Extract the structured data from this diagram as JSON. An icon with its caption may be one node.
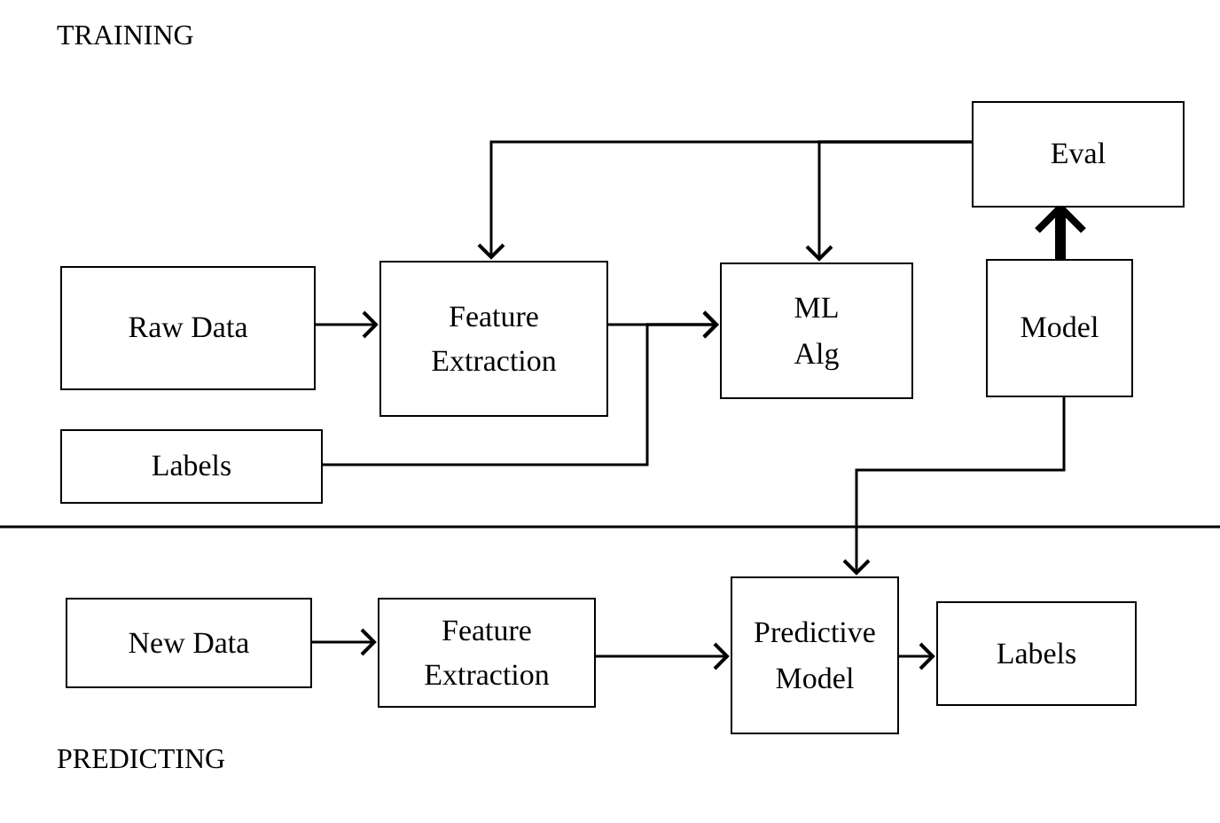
{
  "diagram": {
    "nodes": [
      {
        "text": [
          "Raw Data"
        ]
      },
      {
        "text": [
          "Feature Extraction"
        ]
      },
      {
        "text": [
          "ML Alg"
        ]
      },
      {
        "text": [
          "Eval"
        ]
      },
      {
        "text": [
          "Model"
        ]
      },
      {
        "text": [
          "Labels"
        ]
      },
      {
        "text": [
          "New Data"
        ]
      },
      {
        "text": [
          "Feature Extraction"
        ]
      },
      {
        "text": [
          "Predictive Model"
        ]
      },
      {
        "text": [
          "Labels"
        ]
      }
    ],
    "edges": [
      {
        "from": 0,
        "to": 1,
        "arrow": "to"
      },
      {
        "from": 1,
        "to": 2,
        "arrow": "to"
      },
      {
        "from": 5,
        "to": 2,
        "arrow": "to"
      },
      {
        "from": 3,
        "to": 1,
        "arrow": "to"
      },
      {
        "from": 3,
        "to": 2,
        "arrow": "to"
      },
      {
        "from": 4,
        "to": 3,
        "arrow": "to",
        "style": "thick"
      },
      {
        "from": 4,
        "to": 8,
        "arrow": "to"
      },
      {
        "from": 6,
        "to": 7,
        "arrow": "to"
      },
      {
        "from": 7,
        "to": 8,
        "arrow": "to"
      },
      {
        "from": 8,
        "to": 9,
        "arrow": "to"
      }
    ],
    "labels": [
      "TRAINING",
      "PREDICTING"
    ]
  }
}
